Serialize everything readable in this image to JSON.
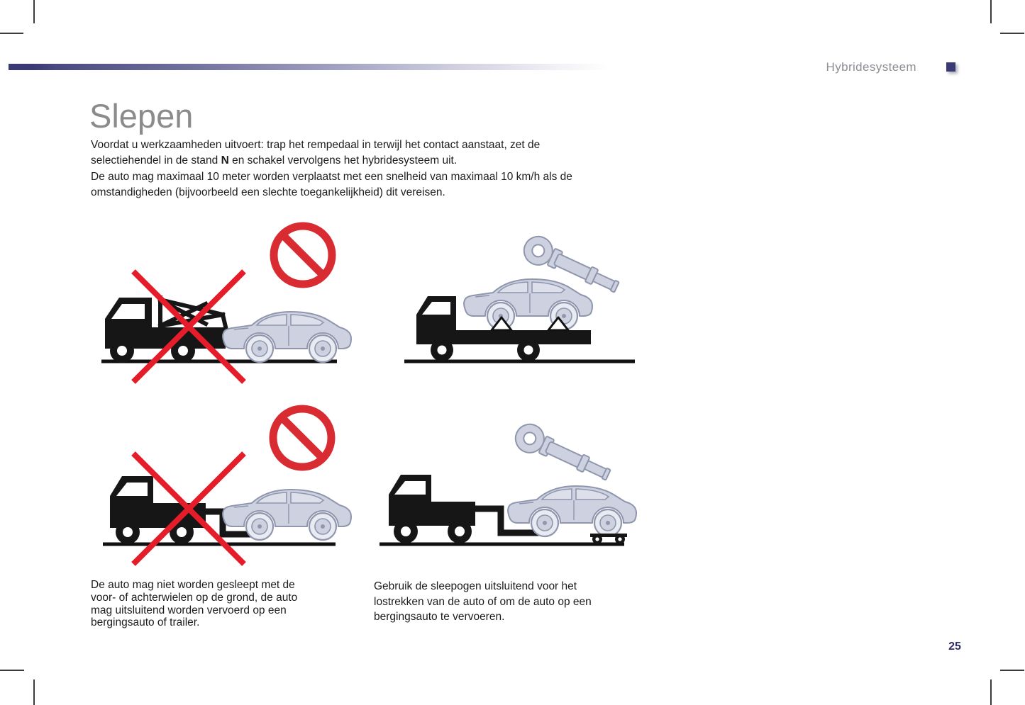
{
  "header": {
    "section_title": "Hybridesysteem"
  },
  "title": "Slepen",
  "intro": {
    "line1": "Voordat u werkzaamheden uitvoert: trap het rempedaal in terwijl het contact aanstaat, zet de",
    "line2_pre": "selectiehendel in de stand ",
    "line2_bold": "N",
    "line2_post": " en schakel vervolgens het hybridesysteem uit.",
    "line3": "De auto mag maximaal 10 meter worden verplaatst met een snelheid van maximaal 10 km/h als de",
    "line4": "omstandigheden (bijvoorbeeld een slechte toegankelijkheid) dit vereisen."
  },
  "captions": {
    "left": [
      "De auto mag niet worden gesleept met de",
      "voor- of achterwielen op de grond, de auto",
      "mag uitsluitend worden vervoerd op een",
      "bergingsauto of trailer."
    ],
    "right": [
      "Gebruik de sleepogen uitsluitend voor het",
      "lostrekken van de auto of om de auto op een",
      "bergingsauto te vervoeren."
    ]
  },
  "page_number": "25",
  "colors": {
    "accent_navy": "#3a3a74",
    "title_gray": "#8b8b8b",
    "header_gray": "#8d8d94",
    "text_black": "#1c1c1c",
    "prohibition_red": "#d92b32",
    "cross_red": "#e51c29",
    "car_fill": "#ced2e0",
    "car_stroke": "#8f96ad",
    "truck_black": "#161616",
    "page_number_navy": "#2e2e68"
  }
}
